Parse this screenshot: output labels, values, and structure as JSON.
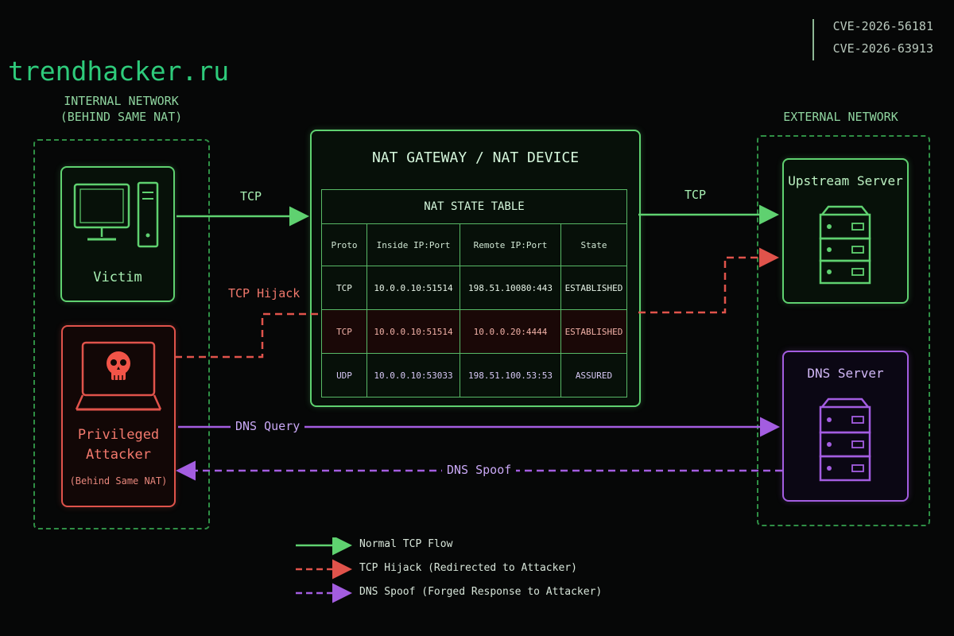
{
  "watermark": "trendhacker.ru",
  "cves": [
    "CVE-2026-56181",
    "CVE-2026-63913"
  ],
  "internal": {
    "title_line1": "INTERNAL NETWORK",
    "title_line2": "(BEHIND SAME NAT)"
  },
  "external": {
    "title": "EXTERNAL NETWORK"
  },
  "victim": {
    "label": "Victim"
  },
  "attacker": {
    "line1": "Privileged",
    "line2": "Attacker",
    "note": "(Behind Same NAT)"
  },
  "gateway": {
    "title": "NAT GATEWAY / NAT DEVICE"
  },
  "table": {
    "title": "NAT STATE TABLE",
    "headers": [
      "Proto",
      "Inside IP:Port",
      "Remote IP:Port",
      "State"
    ],
    "rows": [
      [
        "TCP",
        "10.0.0.10:51514",
        "198.51.10080:443",
        "ESTABLISHED"
      ],
      [
        "TCP",
        "10.0.0.10:51514",
        "10.0.0.20:4444",
        "ESTABLISHED"
      ],
      [
        "UDP",
        "10.0.0.10:53033",
        "198.51.100.53:53",
        "ASSURED"
      ]
    ]
  },
  "upstream": {
    "label": "Upstream Server"
  },
  "dns_server": {
    "label": "DNS Server"
  },
  "edges": {
    "tcp_left": "TCP",
    "tcp_right": "TCP",
    "hijack": "TCP Hijack",
    "dns_query": "DNS Query",
    "dns_spoof": "DNS Spoof"
  },
  "legend": [
    {
      "text": "Normal TCP Flow",
      "color": "#5fd170",
      "style": "solid"
    },
    {
      "text": "TCP Hijack (Redirected to Attacker)",
      "color": "#e0534b",
      "style": "dashed"
    },
    {
      "text": "DNS Spoof (Forged Response to Attacker)",
      "color": "#a35de0",
      "style": "dashed"
    }
  ],
  "colors": {
    "green": "#5fd170",
    "red": "#e0534b",
    "purple": "#a35de0"
  }
}
